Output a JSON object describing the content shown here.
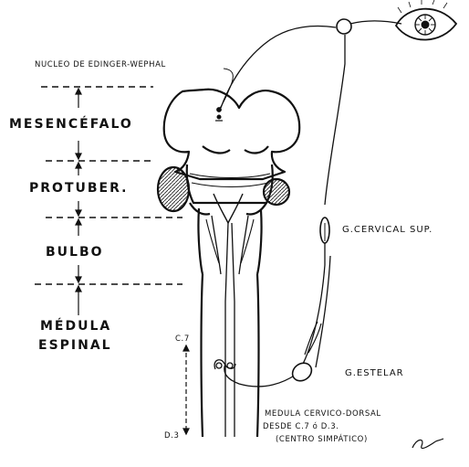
{
  "labels": {
    "edinger": "NUCLEO DE EDINGER-WEPHAL",
    "mesencefalo": "MESENCÉFALO",
    "protuber": "PROTUBER.",
    "bulbo": "BULBO",
    "medula_line1": "MÉDULA",
    "medula_line2": "ESPINAL",
    "g_cervical": "G.CERVICAL SUP.",
    "g_estelar": "G.ESTELAR",
    "medula_cd_line1": "MEDULA CERVICO-DORSAL",
    "medula_cd_line2": "DESDE C.7 ó D.3.",
    "medula_cd_line3": "(CENTRO SIMPÁTICO)",
    "c7": "C.7",
    "d3": "D.3"
  },
  "colors": {
    "ink": "#111111",
    "paper": "#ffffff"
  }
}
